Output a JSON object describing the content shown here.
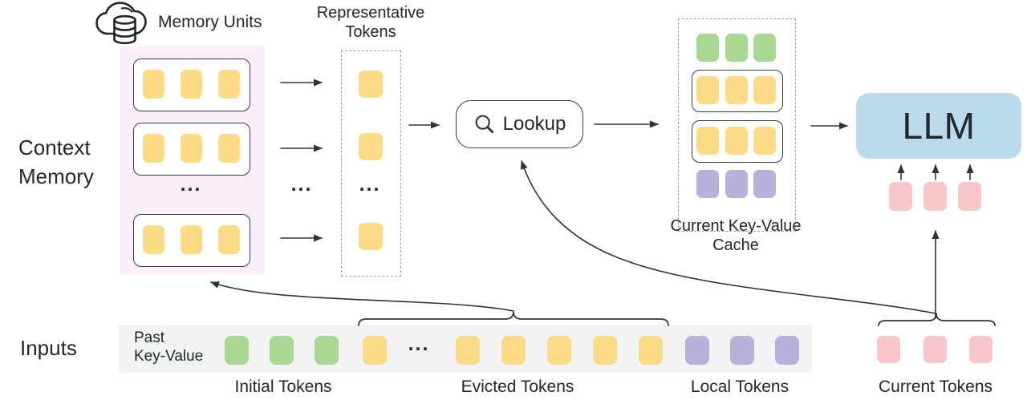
{
  "labels": {
    "context_memory": "Context\nMemory",
    "memory_units": "Memory Units",
    "representative_tokens": "Representative\nTokens",
    "lookup": "Lookup",
    "current_kv_cache": "Current Key-Value\nCache",
    "llm": "LLM",
    "inputs": "Inputs",
    "past_key_value": "Past\nKey-Value",
    "initial_tokens": "Initial Tokens",
    "evicted_tokens": "Evicted Tokens",
    "local_tokens": "Local Tokens",
    "current_tokens": "Current Tokens",
    "ellipsis": "..."
  },
  "colors": {
    "text": "#23272D",
    "line": "#2E3338",
    "token_yellow": "#FBDB85",
    "token_green": "#A9D794",
    "token_purple": "#B7B1DC",
    "token_pink": "#F9C6CA",
    "llm_fill": "#BBDBEC",
    "memory_box_fill": "#FAEEF8",
    "input_bar_fill": "#F2F4F3",
    "row_box_border": "#383C42",
    "dashed_border": "#9AA0A6"
  },
  "structure": {
    "memory_unit_rows": 3,
    "tokens_per_memory_row": 3,
    "representative_tokens_count": 3,
    "cache_rows": [
      {
        "color": "green",
        "count": 3,
        "boxed": false
      },
      {
        "color": "yellow",
        "count": 3,
        "boxed": true
      },
      {
        "color": "yellow",
        "count": 3,
        "boxed": true
      },
      {
        "color": "purple",
        "count": 3,
        "boxed": false
      }
    ],
    "input_sequence": [
      {
        "group": "Initial Tokens",
        "color": "green",
        "count": 3
      },
      {
        "group": "Evicted Tokens",
        "color": "yellow",
        "count": 6,
        "ellipsis_after_first": true
      },
      {
        "group": "Local Tokens",
        "color": "purple",
        "count": 3
      }
    ],
    "current_tokens_count": 3,
    "llm_input_tokens_count": 3
  }
}
